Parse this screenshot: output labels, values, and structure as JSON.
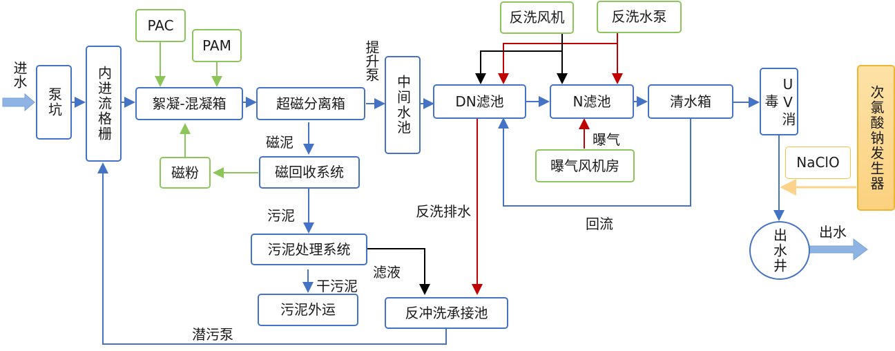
{
  "title": "磁混凝-深床滤池工艺流程图",
  "nodes": {
    "pump_pit": "泵坑",
    "fine_screen": "内进流格栅",
    "coag_box": "絮凝-混凝箱",
    "pac": "PAC",
    "pam": "PAM",
    "magnetic_powder": "磁粉",
    "super_mag_sep": "超磁分离箱",
    "mag_recovery": "磁回收系统",
    "sludge_treatment": "污泥处理系统",
    "sludge_out": "污泥外运",
    "backwash_tank": "反冲洗承接池",
    "mid_tank": "中间水池",
    "dn_filter": "DN滤池",
    "n_filter": "N滤池",
    "clear_tank": "清水箱",
    "uv": "UV消毒",
    "backwash_fan": "反洗风机",
    "backwash_pump": "反洗水泵",
    "aeration_room": "曝气风机房",
    "naclo": "NaClO",
    "naclo_generator": "次氯酸钠发生器",
    "outlet_well": "出水井"
  },
  "labels": {
    "inlet": "进水",
    "lift_pump": "提升泵",
    "mag_sludge": "磁泥",
    "sludge": "污泥",
    "dry_sludge": "干污泥",
    "filtrate": "滤液",
    "sub_pump": "潜污泵",
    "backwash_drain": "反洗排水",
    "aeration": "曝气",
    "reflux": "回流",
    "outlet": "出水"
  },
  "colors": {
    "process": "#4472c4",
    "chemical": "#8cc65a",
    "backwash_water": "#c00000",
    "backwash_air": "#000000",
    "naclo": "#f5c242",
    "naclo_line": "#fdd28a",
    "arrow_fill": "#8fb4e3"
  }
}
